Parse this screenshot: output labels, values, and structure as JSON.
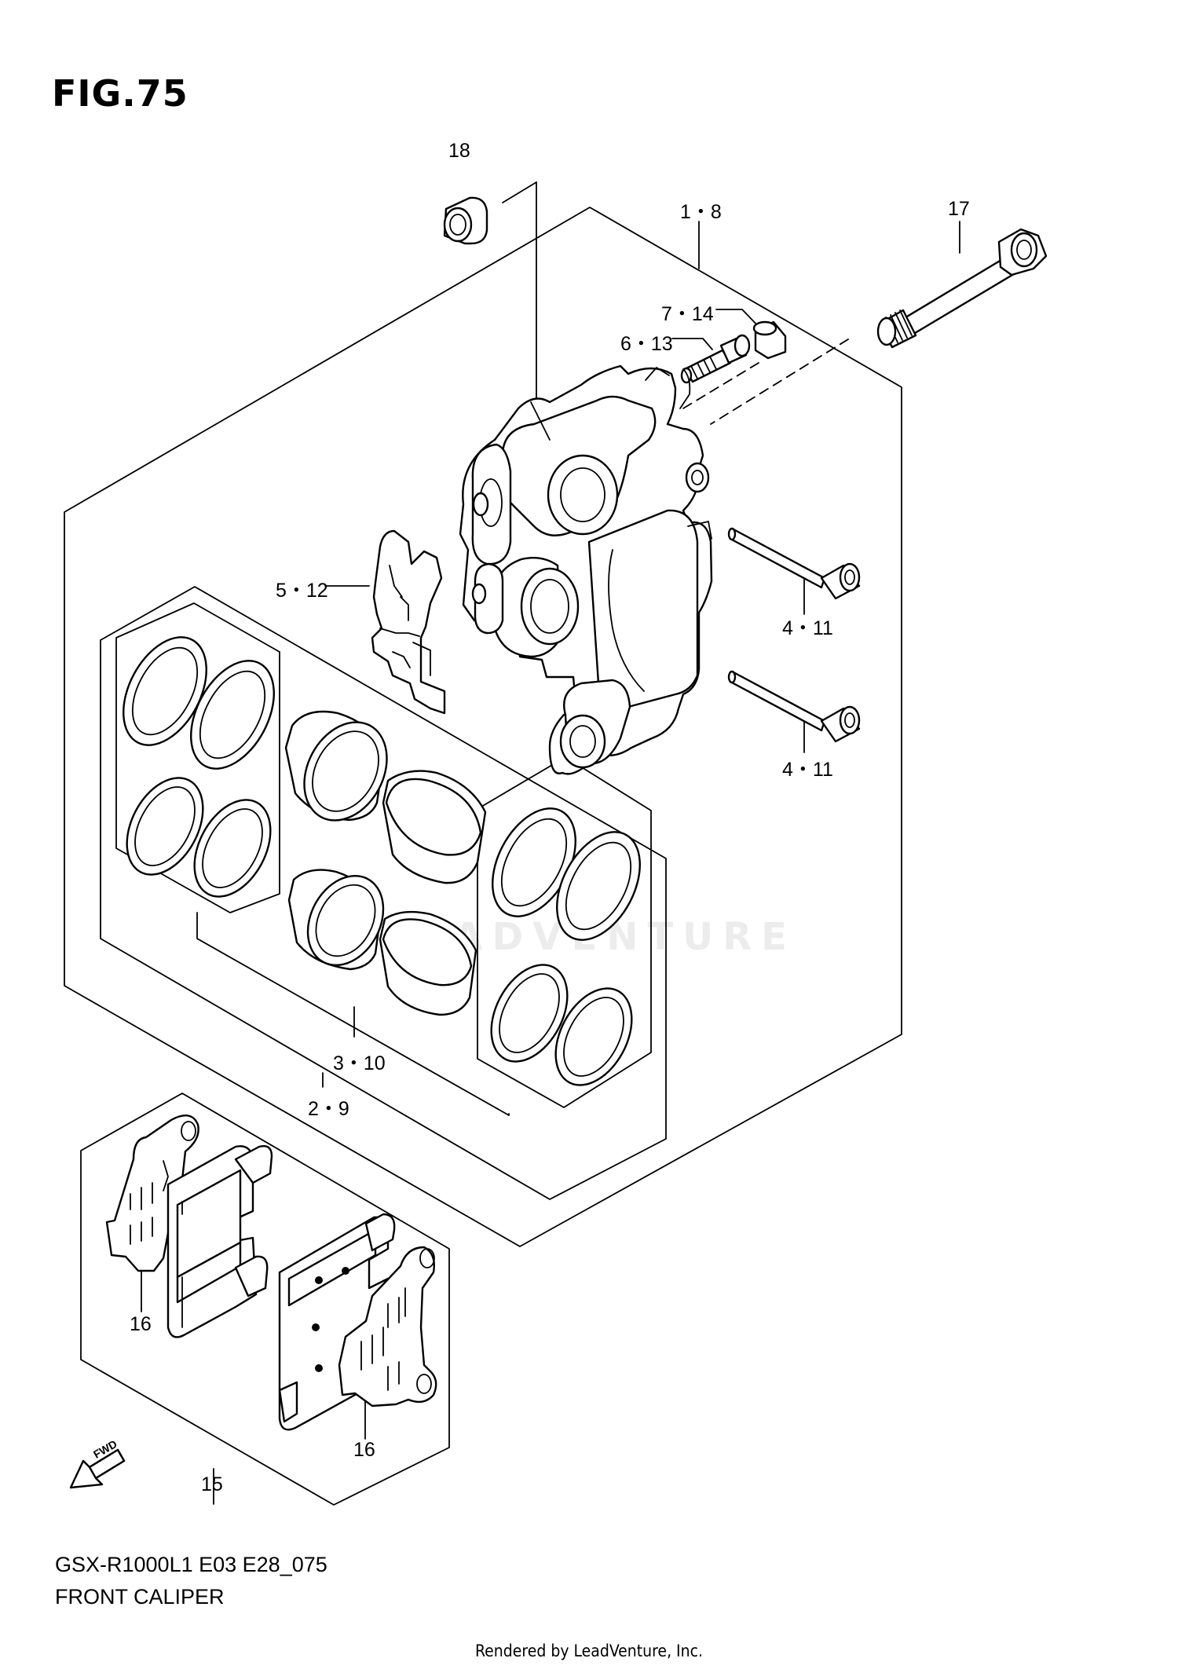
{
  "figure": {
    "title": "FIG.75"
  },
  "callouts": {
    "c18": "18",
    "c1_8": "1・8",
    "c17": "17",
    "c7_14": "7・14",
    "c6_13": "6・13",
    "c5_12": "5・12",
    "c4_11_a": "4・11",
    "c4_11_b": "4・11",
    "c3_10": "3・10",
    "c2_9": "2・9",
    "c16_a": "16",
    "c16_b": "16",
    "c15": "15"
  },
  "direction_arrow": {
    "label": "FWD"
  },
  "footer": {
    "model_code": "GSX-R1000L1 E03 E28_075",
    "diagram_name": "FRONT CALIPER",
    "rendered_by": "Rendered by LeadVenture, Inc."
  },
  "watermark": {
    "text": "LEADVENTURE"
  }
}
